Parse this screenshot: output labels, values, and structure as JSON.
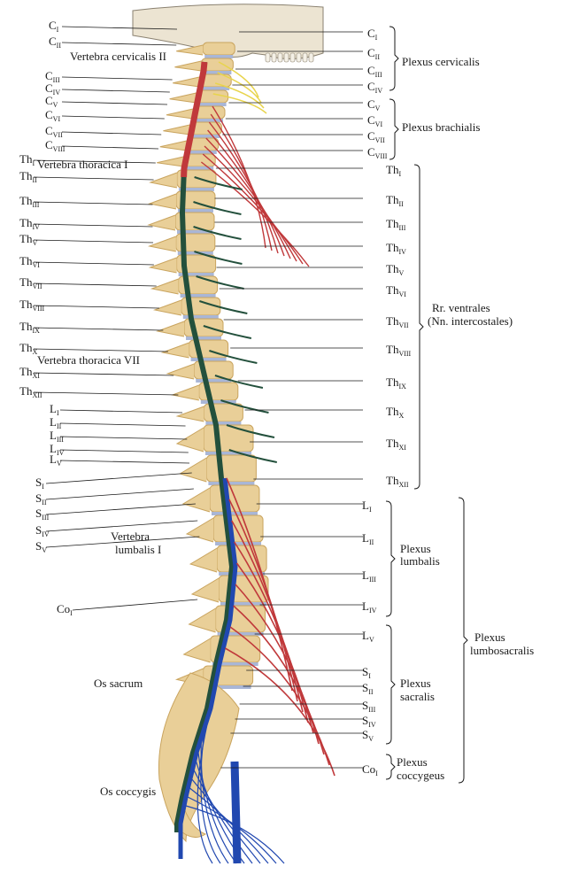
{
  "colors": {
    "bone": "#e9cf98",
    "bone_dark": "#c9a45e",
    "disc": "#a9b6d6",
    "cord_green": "#23503c",
    "nerve_red": "#c0393b",
    "nerve_blue": "#2148b0",
    "plexus_yellow": "#e8d44c",
    "skull": "#ece4d2"
  },
  "left_labels": [
    {
      "base": "C",
      "sub": "I"
    },
    {
      "base": "C",
      "sub": "II"
    },
    {
      "base": "C",
      "sub": "III"
    },
    {
      "base": "C",
      "sub": "IV"
    },
    {
      "base": "C",
      "sub": "V"
    },
    {
      "base": "C",
      "sub": "VI"
    },
    {
      "base": "C",
      "sub": "VII"
    },
    {
      "base": "C",
      "sub": "VIII"
    },
    {
      "base": "Th",
      "sub": "I"
    },
    {
      "base": "Th",
      "sub": "II"
    },
    {
      "base": "Th",
      "sub": "III"
    },
    {
      "base": "Th",
      "sub": "IV"
    },
    {
      "base": "Th",
      "sub": "V"
    },
    {
      "base": "Th",
      "sub": "VI"
    },
    {
      "base": "Th",
      "sub": "VII"
    },
    {
      "base": "Th",
      "sub": "VIII"
    },
    {
      "base": "Th",
      "sub": "IX"
    },
    {
      "base": "Th",
      "sub": "X"
    },
    {
      "base": "Th",
      "sub": "XI"
    },
    {
      "base": "Th",
      "sub": "XII"
    },
    {
      "base": "L",
      "sub": "I"
    },
    {
      "base": "L",
      "sub": "II"
    },
    {
      "base": "L",
      "sub": "III"
    },
    {
      "base": "L",
      "sub": "IV"
    },
    {
      "base": "L",
      "sub": "V"
    },
    {
      "base": "S",
      "sub": "I"
    },
    {
      "base": "S",
      "sub": "II"
    },
    {
      "base": "S",
      "sub": "III"
    },
    {
      "base": "S",
      "sub": "IV"
    },
    {
      "base": "S",
      "sub": "V"
    },
    {
      "base": "Co",
      "sub": "I"
    }
  ],
  "right_labels": [
    {
      "base": "C",
      "sub": "I"
    },
    {
      "base": "C",
      "sub": "II"
    },
    {
      "base": "C",
      "sub": "III"
    },
    {
      "base": "C",
      "sub": "IV"
    },
    {
      "base": "C",
      "sub": "V"
    },
    {
      "base": "C",
      "sub": "VI"
    },
    {
      "base": "C",
      "sub": "VII"
    },
    {
      "base": "C",
      "sub": "VIII"
    },
    {
      "base": "Th",
      "sub": "I"
    },
    {
      "base": "Th",
      "sub": "II"
    },
    {
      "base": "Th",
      "sub": "III"
    },
    {
      "base": "Th",
      "sub": "IV"
    },
    {
      "base": "Th",
      "sub": "V"
    },
    {
      "base": "Th",
      "sub": "VI"
    },
    {
      "base": "Th",
      "sub": "VII"
    },
    {
      "base": "Th",
      "sub": "VIII"
    },
    {
      "base": "Th",
      "sub": "IX"
    },
    {
      "base": "Th",
      "sub": "X"
    },
    {
      "base": "Th",
      "sub": "XI"
    },
    {
      "base": "Th",
      "sub": "XII"
    },
    {
      "base": "L",
      "sub": "I"
    },
    {
      "base": "L",
      "sub": "II"
    },
    {
      "base": "L",
      "sub": "III"
    },
    {
      "base": "L",
      "sub": "IV"
    },
    {
      "base": "L",
      "sub": "V"
    },
    {
      "base": "S",
      "sub": "I"
    },
    {
      "base": "S",
      "sub": "II"
    },
    {
      "base": "S",
      "sub": "III"
    },
    {
      "base": "S",
      "sub": "IV"
    },
    {
      "base": "S",
      "sub": "V"
    },
    {
      "base": "Co",
      "sub": "I"
    }
  ],
  "structures": {
    "vertebra_cervicalis": "Vertebra cervicalis II",
    "vertebra_thoracica_1": "Vertebra thoracica I",
    "vertebra_thoracica_7": "Vertebra thoracica VII",
    "vertebra_lumbalis_line1": "Vertebra",
    "vertebra_lumbalis_line2": "lumbalis I",
    "os_sacrum": "Os sacrum",
    "os_coccygis": "Os coccygis"
  },
  "plexus": {
    "cervicalis": "Plexus cervicalis",
    "brachialis": "Plexus brachialis",
    "rr_ventrales_line1": "Rr. ventrales",
    "rr_ventrales_line2": "(Nn. intercostales)",
    "lumbalis_line1": "Plexus",
    "lumbalis_line2": "lumbalis",
    "sacralis_line1": "Plexus",
    "sacralis_line2": "sacralis",
    "coccygeus_line1": "Plexus",
    "coccygeus_line2": "coccygeus",
    "lumbosacralis_line1": "Plexus",
    "lumbosacralis_line2": "lumbosacralis"
  }
}
